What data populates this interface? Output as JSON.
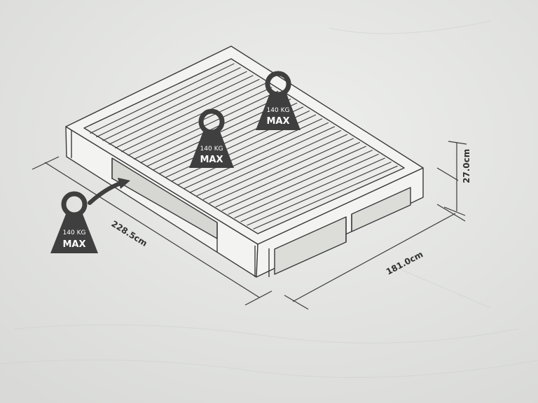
{
  "colors": {
    "paper": "#e8e9e7",
    "paper_shade": "#d8d9d6",
    "line": "#3a3a3a",
    "weight_fill": "#3f3f3f",
    "weight_text": "#ffffff"
  },
  "weights": [
    {
      "kg_label": "140 KG",
      "max_label": "MAX"
    },
    {
      "kg_label": "140 KG",
      "max_label": "MAX"
    },
    {
      "kg_label": "140 KG",
      "max_label": "MAX"
    }
  ],
  "dimensions": {
    "length": "228.5cm",
    "width": "181.0cm",
    "height": "27.0cm"
  },
  "icons": {
    "weight": "weight-icon",
    "arrow": "arrow-icon"
  }
}
